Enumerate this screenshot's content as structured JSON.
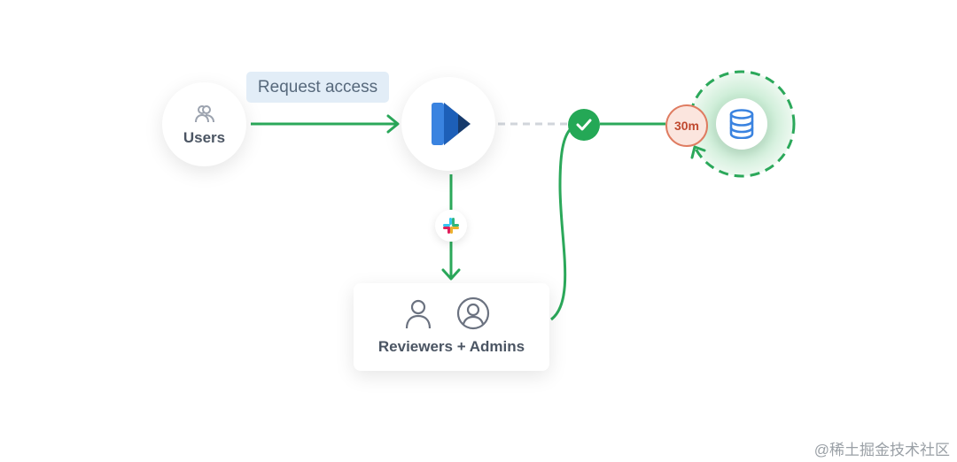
{
  "nodes": {
    "users": {
      "label": "Users",
      "icon": "users-icon"
    },
    "app": {
      "icon": "play-logo-icon",
      "colors": [
        "#3a83e0",
        "#1d5fb8",
        "#163a6c"
      ]
    },
    "slack": {
      "icon": "slack-icon"
    },
    "reviewers": {
      "label": "Reviewers + Admins",
      "icons": [
        "person-icon",
        "user-circle-icon"
      ]
    },
    "approval": {
      "icon": "check-icon",
      "color": "#24a856"
    },
    "timer": {
      "label": "30m",
      "color": "#df7c61"
    },
    "database": {
      "icon": "database-icon",
      "color": "#3a83e0"
    }
  },
  "edges": {
    "request": {
      "label": "Request access"
    }
  },
  "colors": {
    "edge": "#2ba85a",
    "pending_edge": "#d1d5db",
    "halo": "#c9ecd4"
  },
  "watermark": "@稀土掘金技术社区"
}
